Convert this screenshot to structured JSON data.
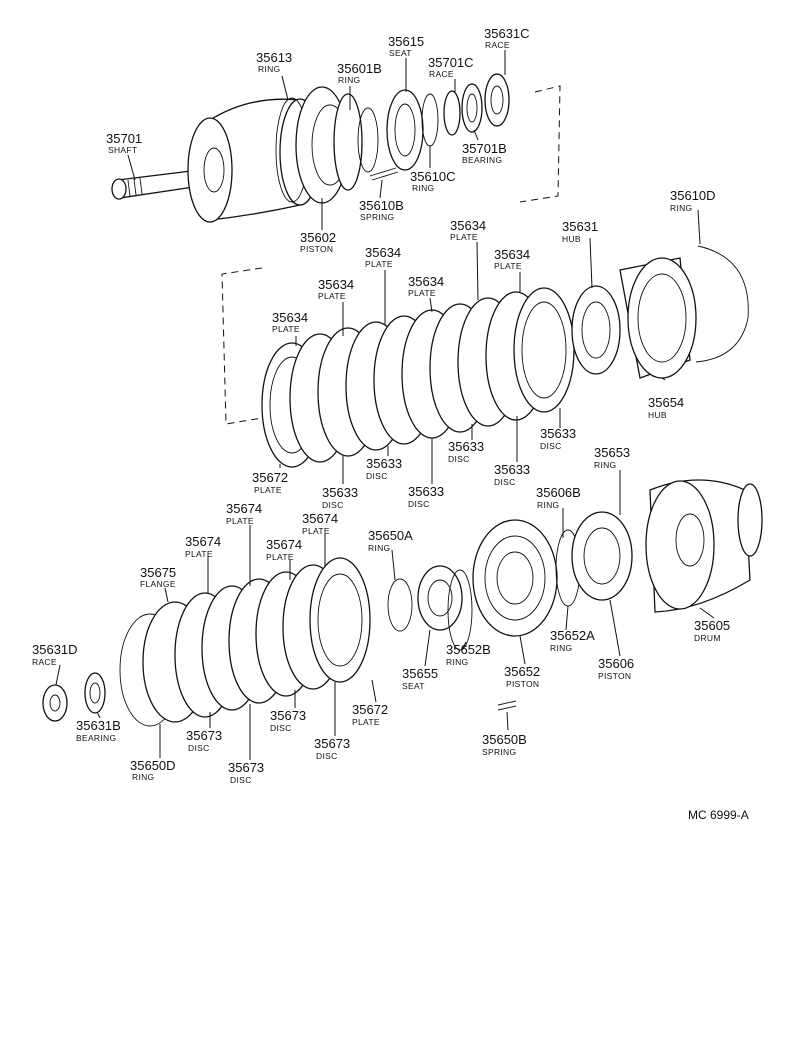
{
  "diagram": {
    "reference_code": "MC 6999-A",
    "callouts": [
      {
        "id": "c1",
        "number": "35701",
        "name": "SHAFT"
      },
      {
        "id": "c2",
        "number": "35613",
        "name": "RING"
      },
      {
        "id": "c3",
        "number": "35601B",
        "name": "RING"
      },
      {
        "id": "c4",
        "number": "35615",
        "name": "SEAT"
      },
      {
        "id": "c5",
        "number": "35701C",
        "name": "RACE"
      },
      {
        "id": "c6",
        "number": "35631C",
        "name": "RACE"
      },
      {
        "id": "c7",
        "number": "35701B",
        "name": "BEARING"
      },
      {
        "id": "c8",
        "number": "35610C",
        "name": "RING"
      },
      {
        "id": "c9",
        "number": "35610B",
        "name": "SPRING"
      },
      {
        "id": "c10",
        "number": "35602",
        "name": "PISTON"
      },
      {
        "id": "c11",
        "number": "35610D",
        "name": "RING"
      },
      {
        "id": "c12",
        "number": "35631",
        "name": "HUB"
      },
      {
        "id": "c13",
        "number": "35634",
        "name": "PLATE"
      },
      {
        "id": "c14",
        "number": "35634",
        "name": "PLATE"
      },
      {
        "id": "c15",
        "number": "35634",
        "name": "PLATE"
      },
      {
        "id": "c16",
        "number": "35634",
        "name": "PLATE"
      },
      {
        "id": "c17",
        "number": "35634",
        "name": "PLATE"
      },
      {
        "id": "c18",
        "number": "35634",
        "name": "PLATE"
      },
      {
        "id": "c19",
        "number": "35654",
        "name": "HUB"
      },
      {
        "id": "c20",
        "number": "35633",
        "name": "DISC"
      },
      {
        "id": "c21",
        "number": "35633",
        "name": "DISC"
      },
      {
        "id": "c22",
        "number": "35633",
        "name": "DISC"
      },
      {
        "id": "c23",
        "number": "35633",
        "name": "DISC"
      },
      {
        "id": "c24",
        "number": "35633",
        "name": "DISC"
      },
      {
        "id": "c25",
        "number": "35633",
        "name": "DISC"
      },
      {
        "id": "c26",
        "number": "35672",
        "name": "PLATE"
      },
      {
        "id": "c27",
        "number": "35653",
        "name": "RING"
      },
      {
        "id": "c28",
        "number": "35606B",
        "name": "RING"
      },
      {
        "id": "c29",
        "number": "35674",
        "name": "PLATE"
      },
      {
        "id": "c30",
        "number": "35674",
        "name": "PLATE"
      },
      {
        "id": "c31",
        "number": "35674",
        "name": "PLATE"
      },
      {
        "id": "c32",
        "number": "35674",
        "name": "PLATE"
      },
      {
        "id": "c33",
        "number": "35650A",
        "name": "RING"
      },
      {
        "id": "c34",
        "number": "35675",
        "name": "FLANGE"
      },
      {
        "id": "c35",
        "number": "35631D",
        "name": "RACE"
      },
      {
        "id": "c36",
        "number": "35631B",
        "name": "BEARING"
      },
      {
        "id": "c37",
        "number": "35650D",
        "name": "RING"
      },
      {
        "id": "c38",
        "number": "35673",
        "name": "DISC"
      },
      {
        "id": "c39",
        "number": "35673",
        "name": "DISC"
      },
      {
        "id": "c40",
        "number": "35673",
        "name": "DISC"
      },
      {
        "id": "c41",
        "number": "35673",
        "name": "DISC"
      },
      {
        "id": "c42",
        "number": "35672",
        "name": "PLATE"
      },
      {
        "id": "c43",
        "number": "35655",
        "name": "SEAT"
      },
      {
        "id": "c44",
        "number": "35652B",
        "name": "RING"
      },
      {
        "id": "c45",
        "number": "35652",
        "name": "PISTON"
      },
      {
        "id": "c46",
        "number": "35652A",
        "name": "RING"
      },
      {
        "id": "c47",
        "number": "35606",
        "name": "PISTON"
      },
      {
        "id": "c48",
        "number": "35605",
        "name": "DRUM"
      },
      {
        "id": "c49",
        "number": "35650B",
        "name": "SPRING"
      }
    ]
  }
}
